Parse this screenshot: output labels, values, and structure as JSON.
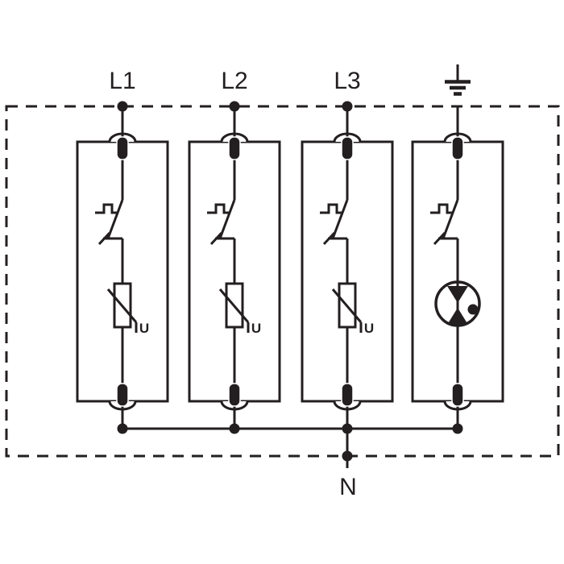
{
  "diagram": {
    "kind": "surge-protective-device-circuit",
    "colors": {
      "line": "#231f20",
      "background": "#ffffff"
    },
    "labels": {
      "l1": "L1",
      "l2": "L2",
      "l3": "L3",
      "n": "N"
    },
    "icons": {
      "earth": "earth-ground-icon",
      "disconnector": "thermal-disconnector-icon",
      "varistor": "varistor-icon",
      "spark_gap": "isolating-spark-gap-icon",
      "terminal": "terminal-clamp-icon",
      "junction": "junction-dot"
    },
    "branches": [
      {
        "top_label": "L1",
        "protection_element": "varistor",
        "element_label": "U"
      },
      {
        "top_label": "L2",
        "protection_element": "varistor",
        "element_label": "U"
      },
      {
        "top_label": "L3",
        "protection_element": "varistor",
        "element_label": "U"
      },
      {
        "top_label": "earth",
        "protection_element": "spark-gap",
        "element_label": ""
      }
    ],
    "bottom_label": "N"
  }
}
